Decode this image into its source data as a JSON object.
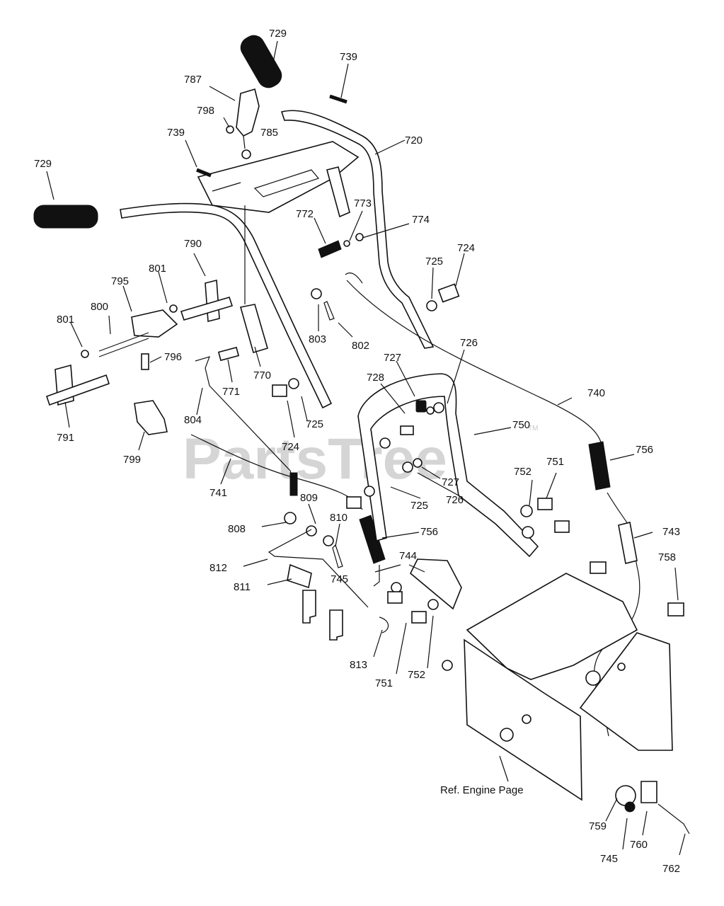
{
  "watermark": {
    "text": "PartsTree",
    "trademark": "TM"
  },
  "reference_label": "Ref. Engine Page",
  "callouts": [
    "729",
    "739",
    "787",
    "798",
    "785",
    "739",
    "729",
    "720",
    "773",
    "774",
    "772",
    "790",
    "724",
    "725",
    "801",
    "795",
    "800",
    "801",
    "796",
    "803",
    "802",
    "727",
    "726",
    "728",
    "770",
    "771",
    "740",
    "791",
    "804",
    "750",
    "724",
    "725",
    "756",
    "799",
    "727",
    "752",
    "751",
    "741",
    "725",
    "726",
    "809",
    "810",
    "756",
    "808",
    "743",
    "744",
    "812",
    "745",
    "758",
    "811",
    "813",
    "751",
    "752",
    "759",
    "760",
    "745",
    "762"
  ]
}
